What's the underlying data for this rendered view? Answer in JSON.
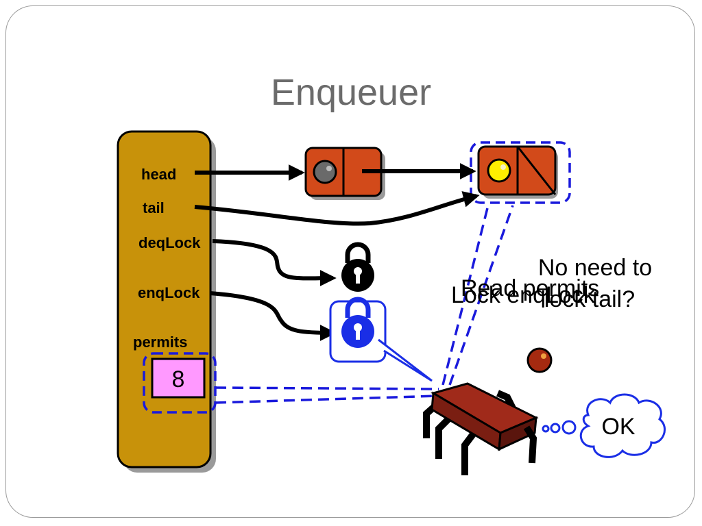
{
  "title": "Enqueuer",
  "object_fields": {
    "head": "head",
    "tail": "tail",
    "deq_lock": "deqLock",
    "enq_lock": "enqLock",
    "permits": "permits"
  },
  "permits_value": "8",
  "callouts": {
    "read_permits": "Read permits",
    "lock_enqlock": "Lock enqLock",
    "no_need_line1": "No need to",
    "no_need_line2": "lock tail?"
  },
  "thought_bubble": "OK",
  "colors": {
    "object_box": "#c8920a",
    "node": "#d24a1a",
    "highlight_dash": "#1a1adc",
    "lock_active": "#1a2ee6",
    "permits_fill": "#ff99ff",
    "thread_body": "#a02a1a"
  }
}
